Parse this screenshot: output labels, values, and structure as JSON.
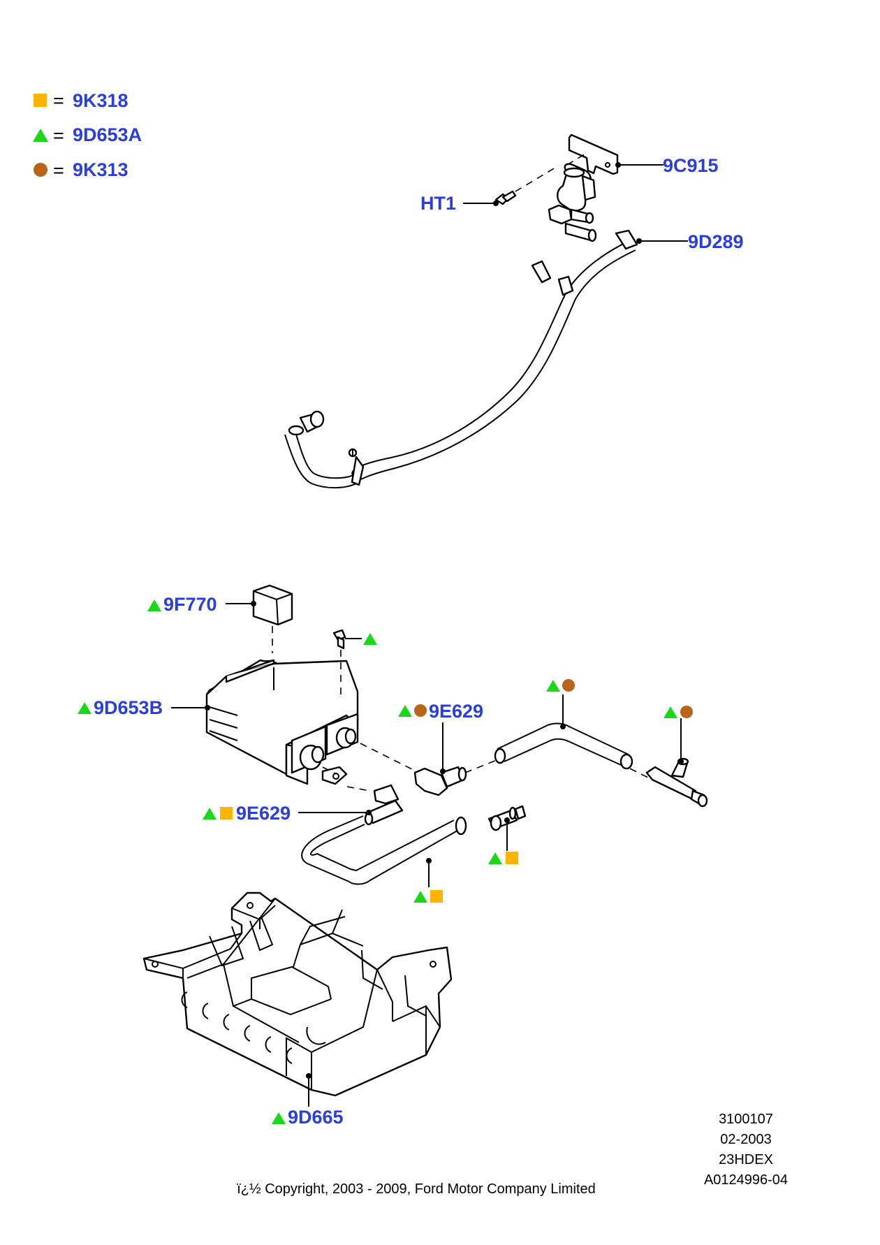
{
  "legend": [
    {
      "symbol": "square",
      "color": "#ffb400",
      "eq": "=",
      "code": "9K318"
    },
    {
      "symbol": "triangle",
      "color": "#18d818",
      "eq": "=",
      "code": "9D653A"
    },
    {
      "symbol": "circle",
      "color": "#b8651a",
      "eq": "=",
      "code": "9K313"
    }
  ],
  "labels": {
    "c9c915": "9C915",
    "ht1": "HT1",
    "d9d289": "9D289",
    "f9f770": "9F770",
    "d9d653b": "9D653B",
    "e9e629_upper": "9E629",
    "e9e629_lower": "9E629",
    "d9d665": "9D665"
  },
  "doc_info": {
    "line1": "3100107",
    "line2": "02-2003",
    "line3": "23HDEX",
    "line4": "A0124996-04"
  },
  "copyright": "ï¿½ Copyright, 2003 - 2009, Ford Motor Company Limited",
  "colors": {
    "label_blue": "#2a3fd8",
    "square": "#ffb400",
    "triangle": "#18d818",
    "circle": "#b8651a"
  }
}
